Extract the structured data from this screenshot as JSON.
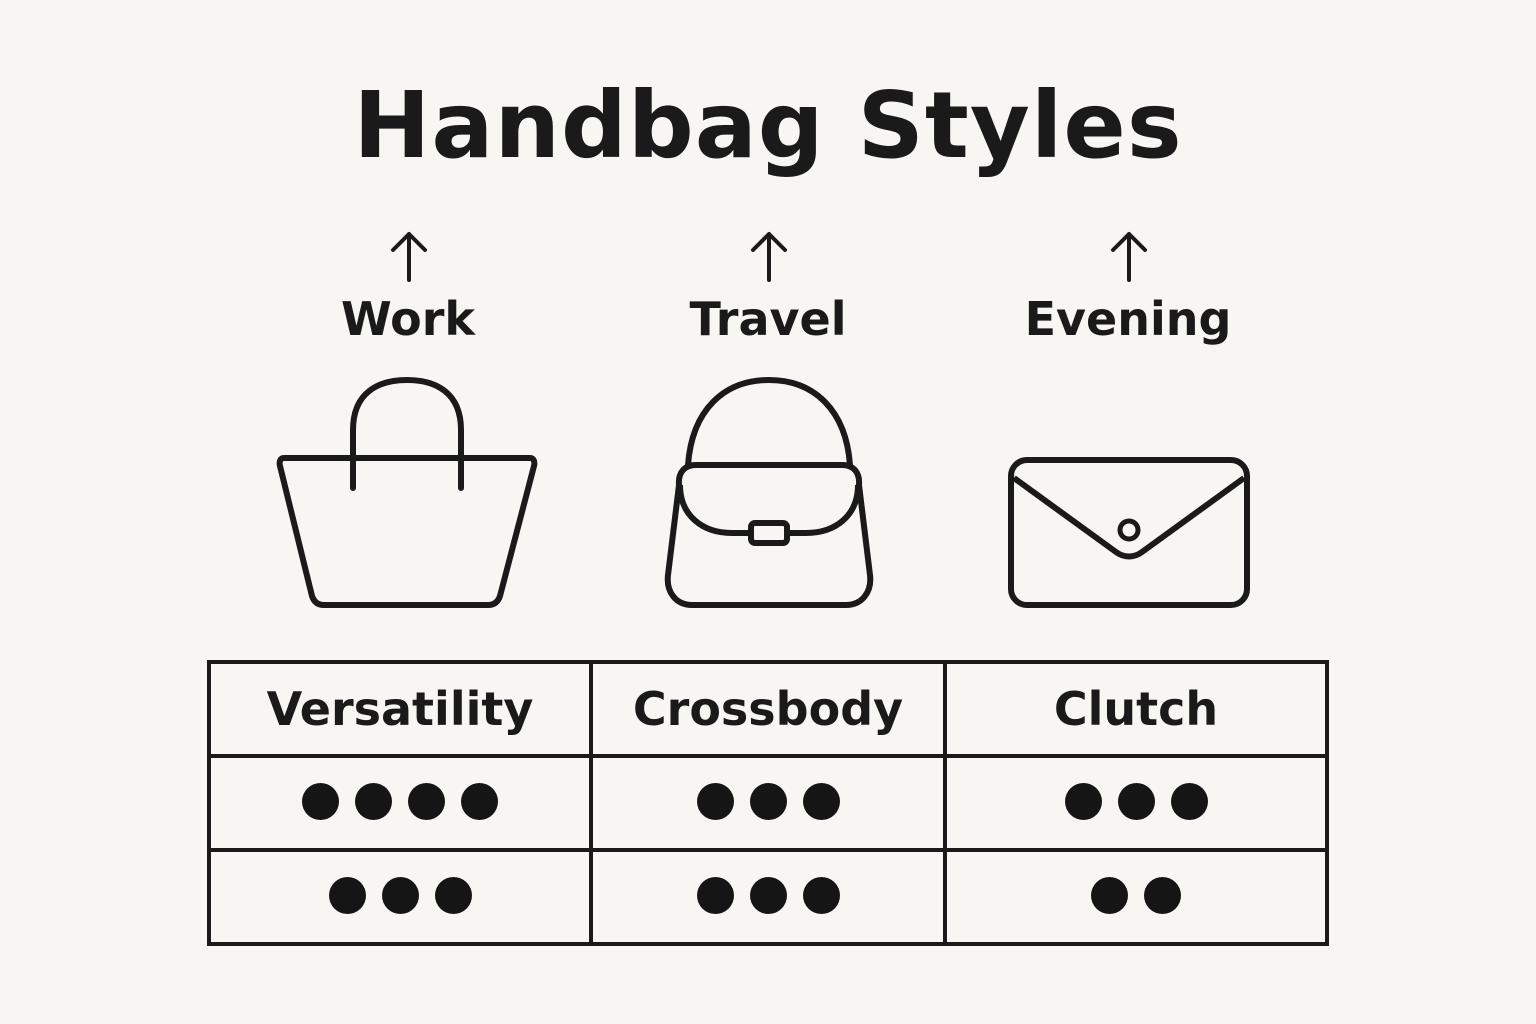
{
  "title": "Handbag Styles",
  "categories": [
    {
      "label": "Work",
      "icon": "tote-bag-icon"
    },
    {
      "label": "Travel",
      "icon": "crossbody-bag-icon"
    },
    {
      "label": "Evening",
      "icon": "clutch-bag-icon"
    }
  ],
  "table": {
    "headers": [
      "Versatility",
      "Crossbody",
      "Clutch"
    ],
    "rows": [
      [
        4,
        3,
        3
      ],
      [
        3,
        3,
        2
      ]
    ]
  },
  "colors": {
    "background": "#f8f6f3",
    "ink": "#1a1a1a"
  }
}
